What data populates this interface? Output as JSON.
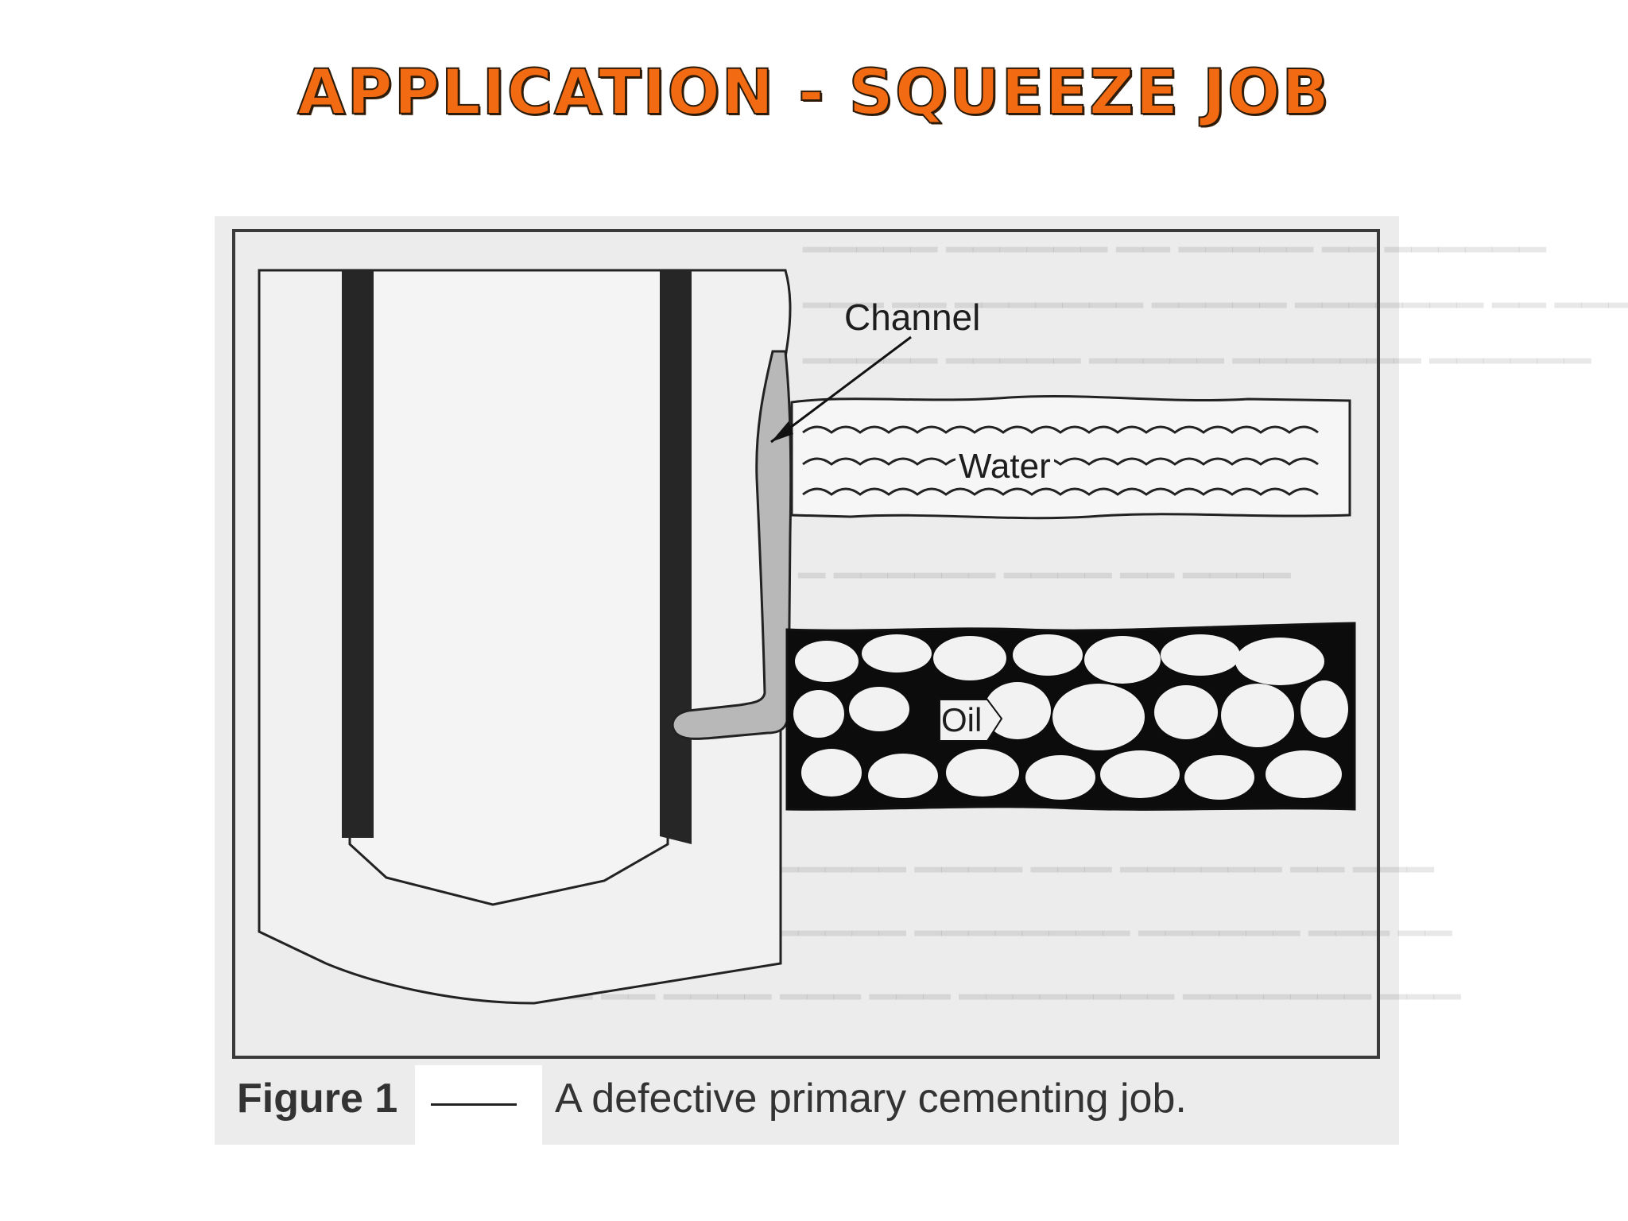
{
  "title": "APPLICATION - SQUEEZE JOB",
  "diagram": {
    "labels": {
      "channel": "Channel",
      "water": "Water",
      "oil": "Oil"
    },
    "caption": {
      "figure_number": "Figure 1",
      "text": "A defective primary cementing job."
    }
  },
  "colors": {
    "title": "#f26b12",
    "casing": "#2b2b2b",
    "channel_fill": "#b8b8b8",
    "background": "#ececec"
  }
}
